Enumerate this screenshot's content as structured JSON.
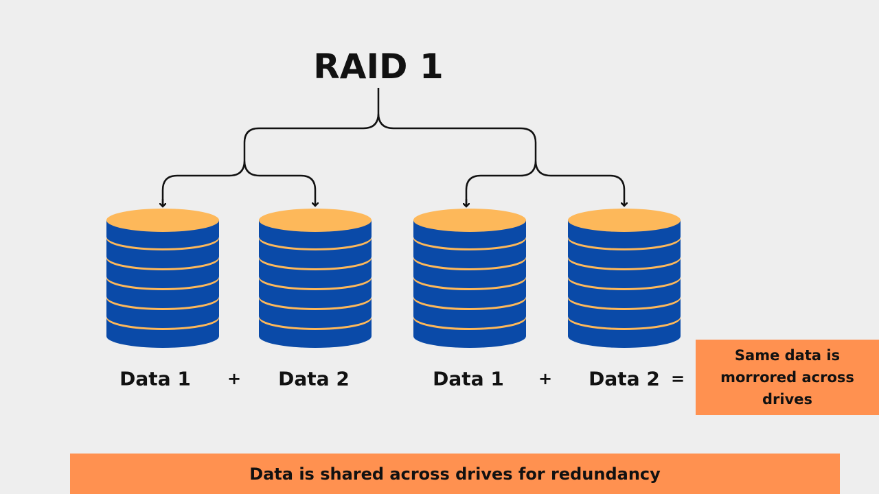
{
  "title": "RAID 1",
  "drives": [
    {
      "label": "Data 1"
    },
    {
      "label": "Data 2"
    },
    {
      "label": "Data 1"
    },
    {
      "label": "Data 2"
    }
  ],
  "operators": [
    "+",
    "+",
    "="
  ],
  "result_note": "Same data is morrored across drives",
  "footer_banner": "Data is shared across drives for redundancy",
  "colors": {
    "background": "#eeeeee",
    "disk_blue": "#0a4aa8",
    "disk_orange": "#fdb85a",
    "callout_orange": "#ff9150",
    "line": "#111111"
  }
}
